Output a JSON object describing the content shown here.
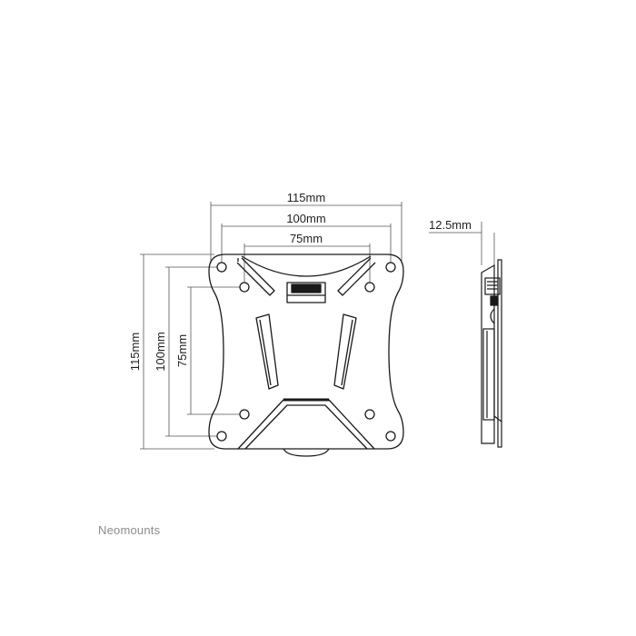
{
  "dimensions": {
    "width_outer": "115mm",
    "width_mid": "100mm",
    "width_inner": "75mm",
    "height_outer": "115mm",
    "height_mid": "100mm",
    "height_inner": "75mm",
    "depth": "12.5mm"
  },
  "brand": "Neomounts",
  "colors": {
    "line": "#1a1a1a",
    "dim_line": "#555555",
    "brand_text": "#8c8c8c"
  }
}
